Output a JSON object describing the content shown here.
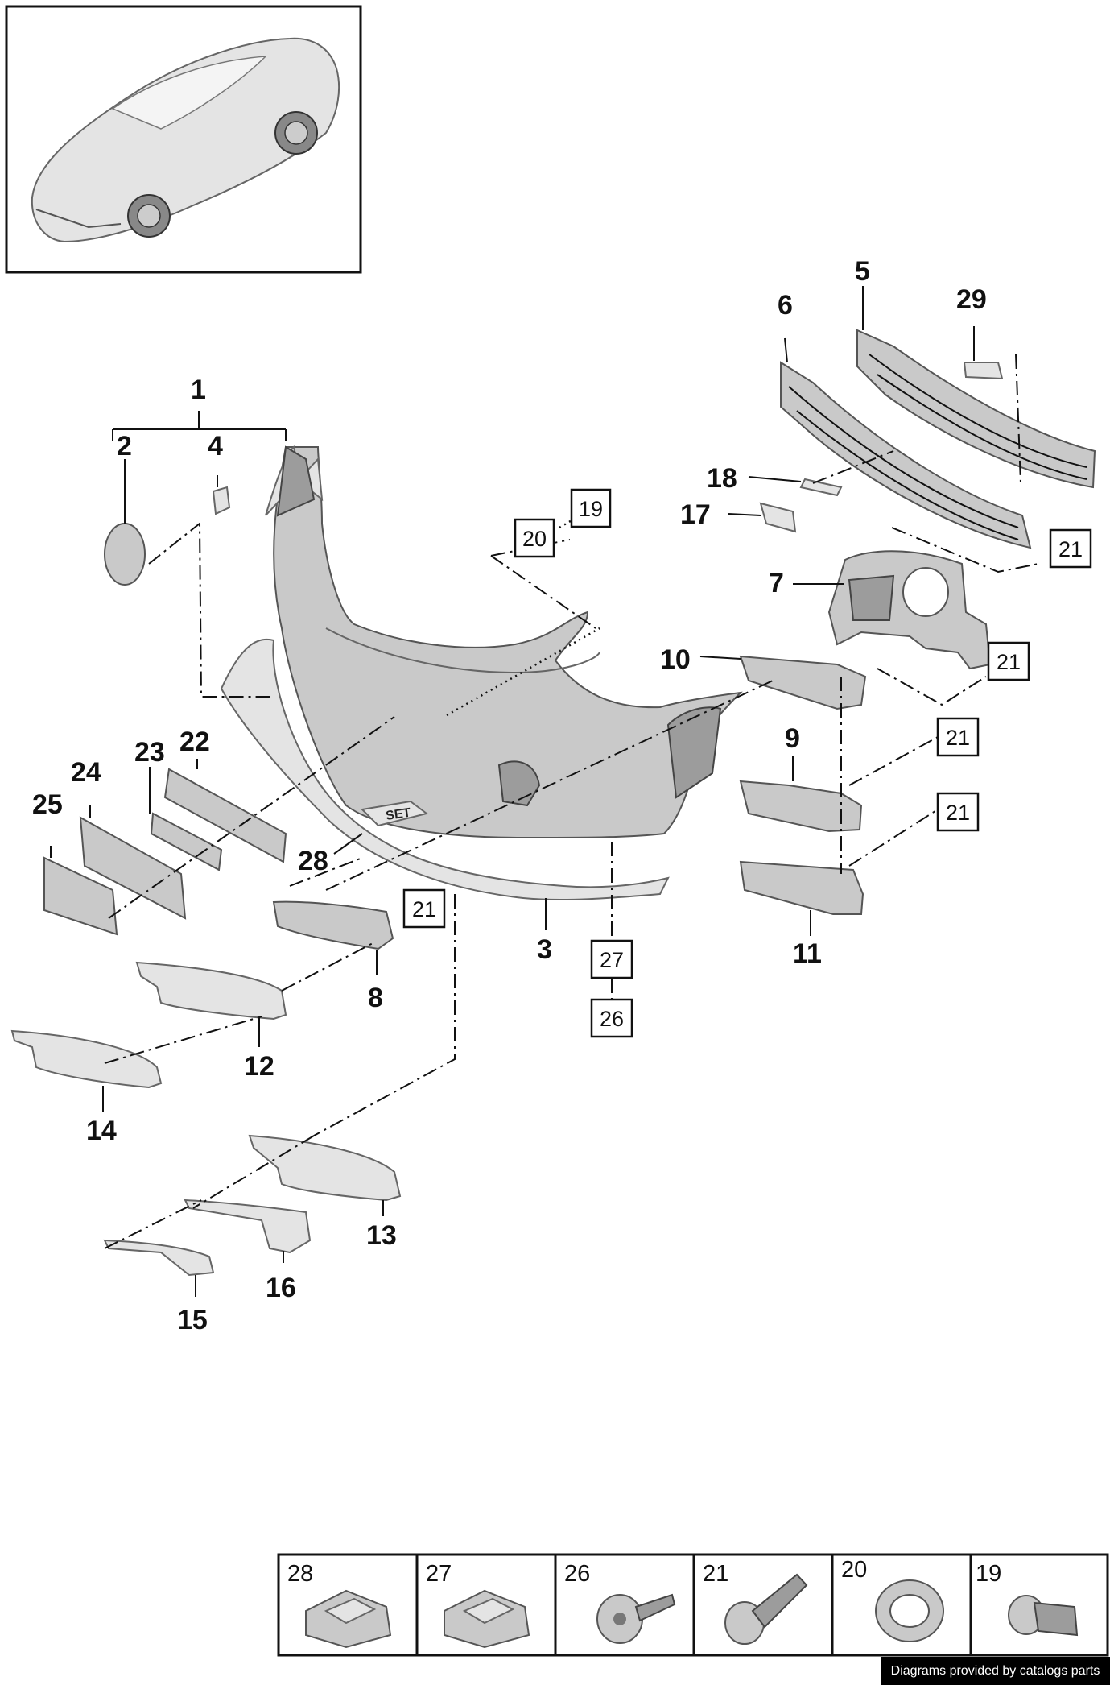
{
  "callouts": {
    "c1": "1",
    "c2": "2",
    "c3": "3",
    "c4": "4",
    "c5": "5",
    "c6": "6",
    "c7": "7",
    "c8": "8",
    "c9": "9",
    "c10": "10",
    "c11": "11",
    "c12": "12",
    "c13": "13",
    "c14": "14",
    "c15": "15",
    "c16": "16",
    "c17": "17",
    "c18": "18",
    "c22": "22",
    "c23": "23",
    "c24": "24",
    "c25": "25",
    "c28": "28",
    "c29": "29"
  },
  "boxed_refs": {
    "b19": "19",
    "b20": "20",
    "b21a": "21",
    "b21b": "21",
    "b21c": "21",
    "b21d": "21",
    "b21e": "21",
    "b27": "27",
    "b26": "26"
  },
  "part_label_set": "SET",
  "hardware_strip": [
    {
      "num": "28",
      "icon": "clip-nut-icon"
    },
    {
      "num": "27",
      "icon": "clip-nut-icon"
    },
    {
      "num": "26",
      "icon": "rivet-screw-icon"
    },
    {
      "num": "21",
      "icon": "flange-bolt-icon"
    },
    {
      "num": "20",
      "icon": "hex-nut-icon"
    },
    {
      "num": "19",
      "icon": "sensor-connector-icon"
    }
  ],
  "credit": "Diagrams provided by catalogs parts"
}
